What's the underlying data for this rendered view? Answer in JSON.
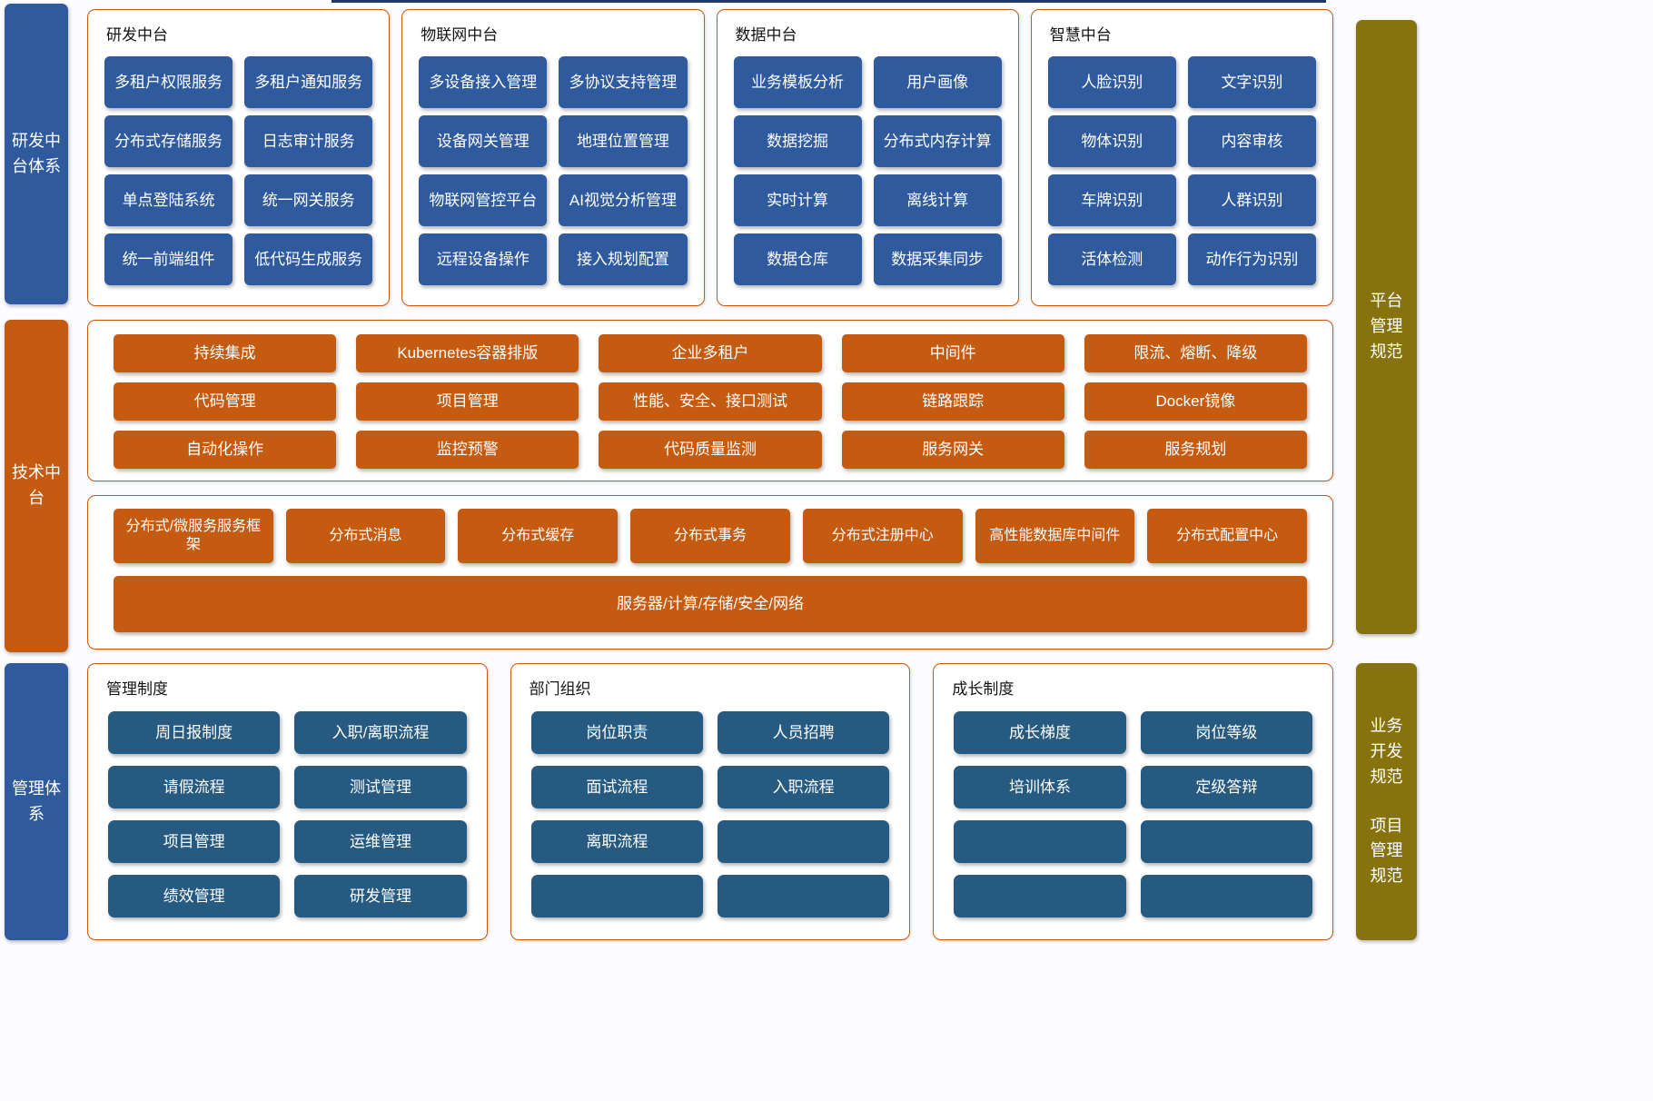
{
  "palette": {
    "blue": "#2F5B9E",
    "navy": "#275A80",
    "orange": "#C55A11",
    "olive": "#87730E"
  },
  "left_rail": [
    {
      "label": "研发中台体系",
      "variant": "blue"
    },
    {
      "label": "技术中台",
      "variant": "orange"
    },
    {
      "label": "管理体系",
      "variant": "blue"
    }
  ],
  "right_rail": [
    {
      "labels": [
        "平台管理规范"
      ]
    },
    {
      "labels": [
        "业务开发规范",
        "项目管理规范"
      ]
    }
  ],
  "top_groups": [
    {
      "title": "研发中台",
      "items": [
        "多租户权限服务",
        "多租户通知服务",
        "分布式存储服务",
        "日志审计服务",
        "单点登陆系统",
        "统一网关服务",
        "统一前端组件",
        "低代码生成服务"
      ]
    },
    {
      "title": "物联网中台",
      "items": [
        "多设备接入管理",
        "多协议支持管理",
        "设备网关管理",
        "地理位置管理",
        "物联网管控平台",
        "AI视觉分析管理",
        "远程设备操作",
        "接入规划配置"
      ]
    },
    {
      "title": "数据中台",
      "items": [
        "业务模板分析",
        "用户画像",
        "数据挖掘",
        "分布式内存计算",
        "实时计算",
        "离线计算",
        "数据仓库",
        "数据采集同步"
      ]
    },
    {
      "title": "智慧中台",
      "items": [
        "人脸识别",
        "文字识别",
        "物体识别",
        "内容审核",
        "车牌识别",
        "人群识别",
        "活体检测",
        "动作行为识别"
      ]
    }
  ],
  "tech_platform": {
    "grid": [
      "持续集成",
      "Kubernetes容器排版",
      "企业多租户",
      "中间件",
      "限流、熔断、降级",
      "代码管理",
      "项目管理",
      "性能、安全、接口测试",
      "链路跟踪",
      "Docker镜像",
      "自动化操作",
      "监控预警",
      "代码质量监测",
      "服务网关",
      "服务规划"
    ]
  },
  "infrastructure": {
    "row": [
      "分布式/微服务服务框架",
      "分布式消息",
      "分布式缓存",
      "分布式事务",
      "分布式注册中心",
      "高性能数据库中间件",
      "分布式配置中心"
    ],
    "bar": "服务器/计算/存储/安全/网络"
  },
  "bottom_groups": [
    {
      "title": "管理制度",
      "items": [
        "周日报制度",
        "入职/离职流程",
        "请假流程",
        "测试管理",
        "项目管理",
        "运维管理",
        "绩效管理",
        "研发管理"
      ]
    },
    {
      "title": "部门组织",
      "items": [
        "岗位职责",
        "人员招聘",
        "面试流程",
        "入职流程",
        "离职流程",
        "",
        "",
        ""
      ]
    },
    {
      "title": "成长制度",
      "items": [
        "成长梯度",
        "岗位等级",
        "培训体系",
        "定级答辩",
        "",
        "",
        "",
        ""
      ]
    }
  ]
}
